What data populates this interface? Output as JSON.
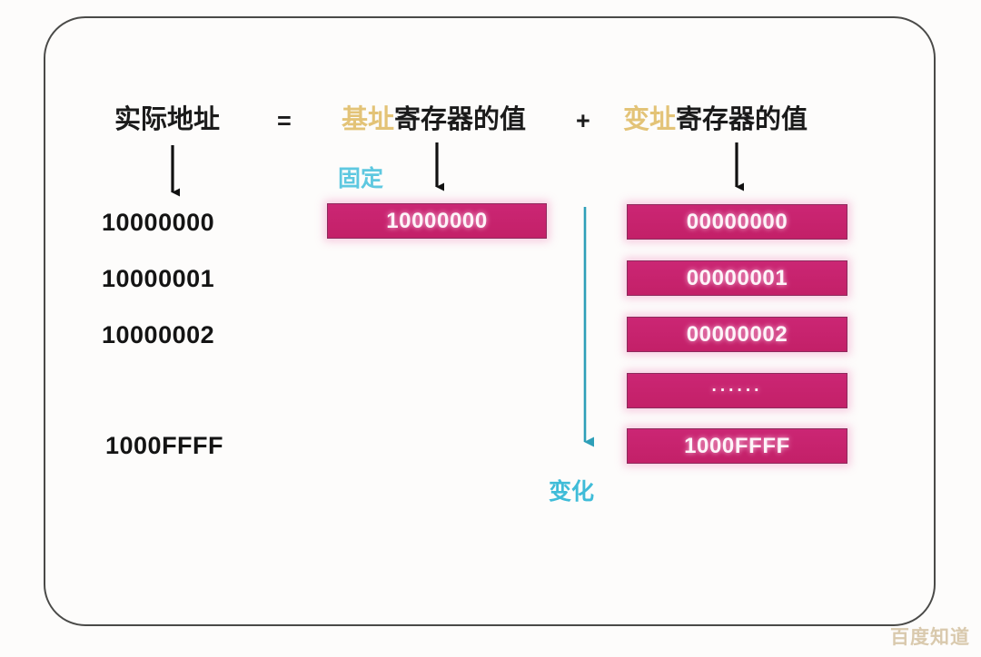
{
  "diagram": {
    "title_equation": {
      "left_term": "实际地址",
      "equals": "=",
      "mid_term_highlight": "基址",
      "mid_term_rest": "寄存器的值",
      "plus": "+",
      "right_term_highlight": "变址",
      "right_term_rest": "寄存器的值"
    },
    "annotations": {
      "fixed_label": "固定",
      "change_label": "变化"
    },
    "actual_addresses": [
      "10000000",
      "10000001",
      "10000002",
      "1000FFFF"
    ],
    "base_register": {
      "value": "10000000"
    },
    "index_register": {
      "values": [
        "00000000",
        "00000001",
        "00000002",
        "······",
        "1000FFFF"
      ]
    },
    "watermark": "百度知道",
    "colors": {
      "cell_pink": "#c9246f",
      "cell_border": "#8d2a5c",
      "cell_glow": "#ec78b4",
      "highlight_gold": "#e3c377",
      "annotation_cyan": "#5ec8e0",
      "text_black": "#141414",
      "frame_border": "#4a4a48",
      "background": "#fdfcfb",
      "watermark": "#d9c9ad"
    }
  }
}
